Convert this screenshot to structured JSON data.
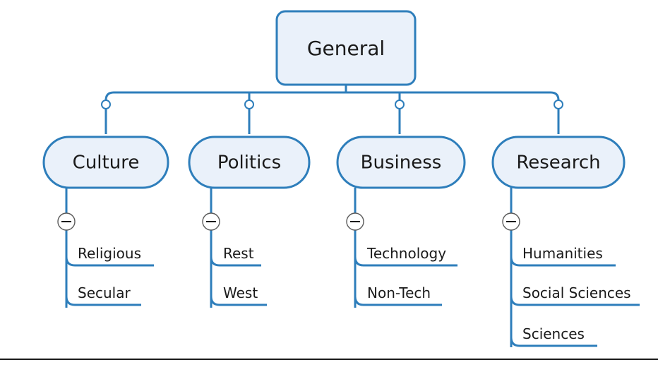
{
  "diagram": {
    "type": "mind-map-tree",
    "orientation": "top-down",
    "colors": {
      "accent": "#2e7ebb",
      "node_fill": "#eaf1fa",
      "node_stroke": "#2e7ebb",
      "text": "#1a1a1a",
      "background": "#ffffff",
      "rule": "#1c1c1c",
      "connector_dot_fill": "#ffffff"
    },
    "root": {
      "label": "General",
      "shape": "rounded-rectangle"
    },
    "branches": [
      {
        "label": "Culture",
        "shape": "pill",
        "toggle_icon": "minus-circle-icon",
        "toggle_state": "expanded",
        "children": [
          {
            "label": "Religious"
          },
          {
            "label": "Secular"
          }
        ]
      },
      {
        "label": "Politics",
        "shape": "pill",
        "toggle_icon": "minus-circle-icon",
        "toggle_state": "expanded",
        "children": [
          {
            "label": "Rest"
          },
          {
            "label": "West"
          }
        ]
      },
      {
        "label": "Business",
        "shape": "pill",
        "toggle_icon": "minus-circle-icon",
        "toggle_state": "expanded",
        "children": [
          {
            "label": "Technology"
          },
          {
            "label": "Non-Tech"
          }
        ]
      },
      {
        "label": "Research",
        "shape": "pill",
        "toggle_icon": "minus-circle-icon",
        "toggle_state": "expanded",
        "children": [
          {
            "label": "Humanities"
          },
          {
            "label": "Social Sciences"
          },
          {
            "label": "Sciences"
          }
        ]
      }
    ]
  }
}
